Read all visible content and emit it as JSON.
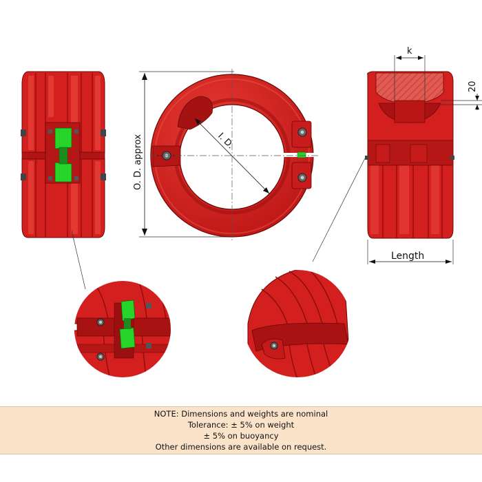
{
  "labels": {
    "od": "O. D. approx",
    "id": "I. D.",
    "k": "k",
    "dim20": "20",
    "length": "Length"
  },
  "note": {
    "line1": "NOTE: Dimensions and weights are nominal",
    "line2": "Tolerance: ± 5% on weight",
    "line3": "± 5% on buoyancy",
    "line4": "Other dimensions are available on request."
  },
  "colors": {
    "body": "#d41f1f",
    "body_dark": "#a50e0e",
    "body_light": "#e8403a",
    "outline": "#5a0707",
    "clamp": "#27d42a",
    "note_background": "#fbe3c9",
    "hatch": "#b24040"
  },
  "icons": {
    "bolt": "bolt-icon",
    "clamp": "clamp-icon"
  }
}
